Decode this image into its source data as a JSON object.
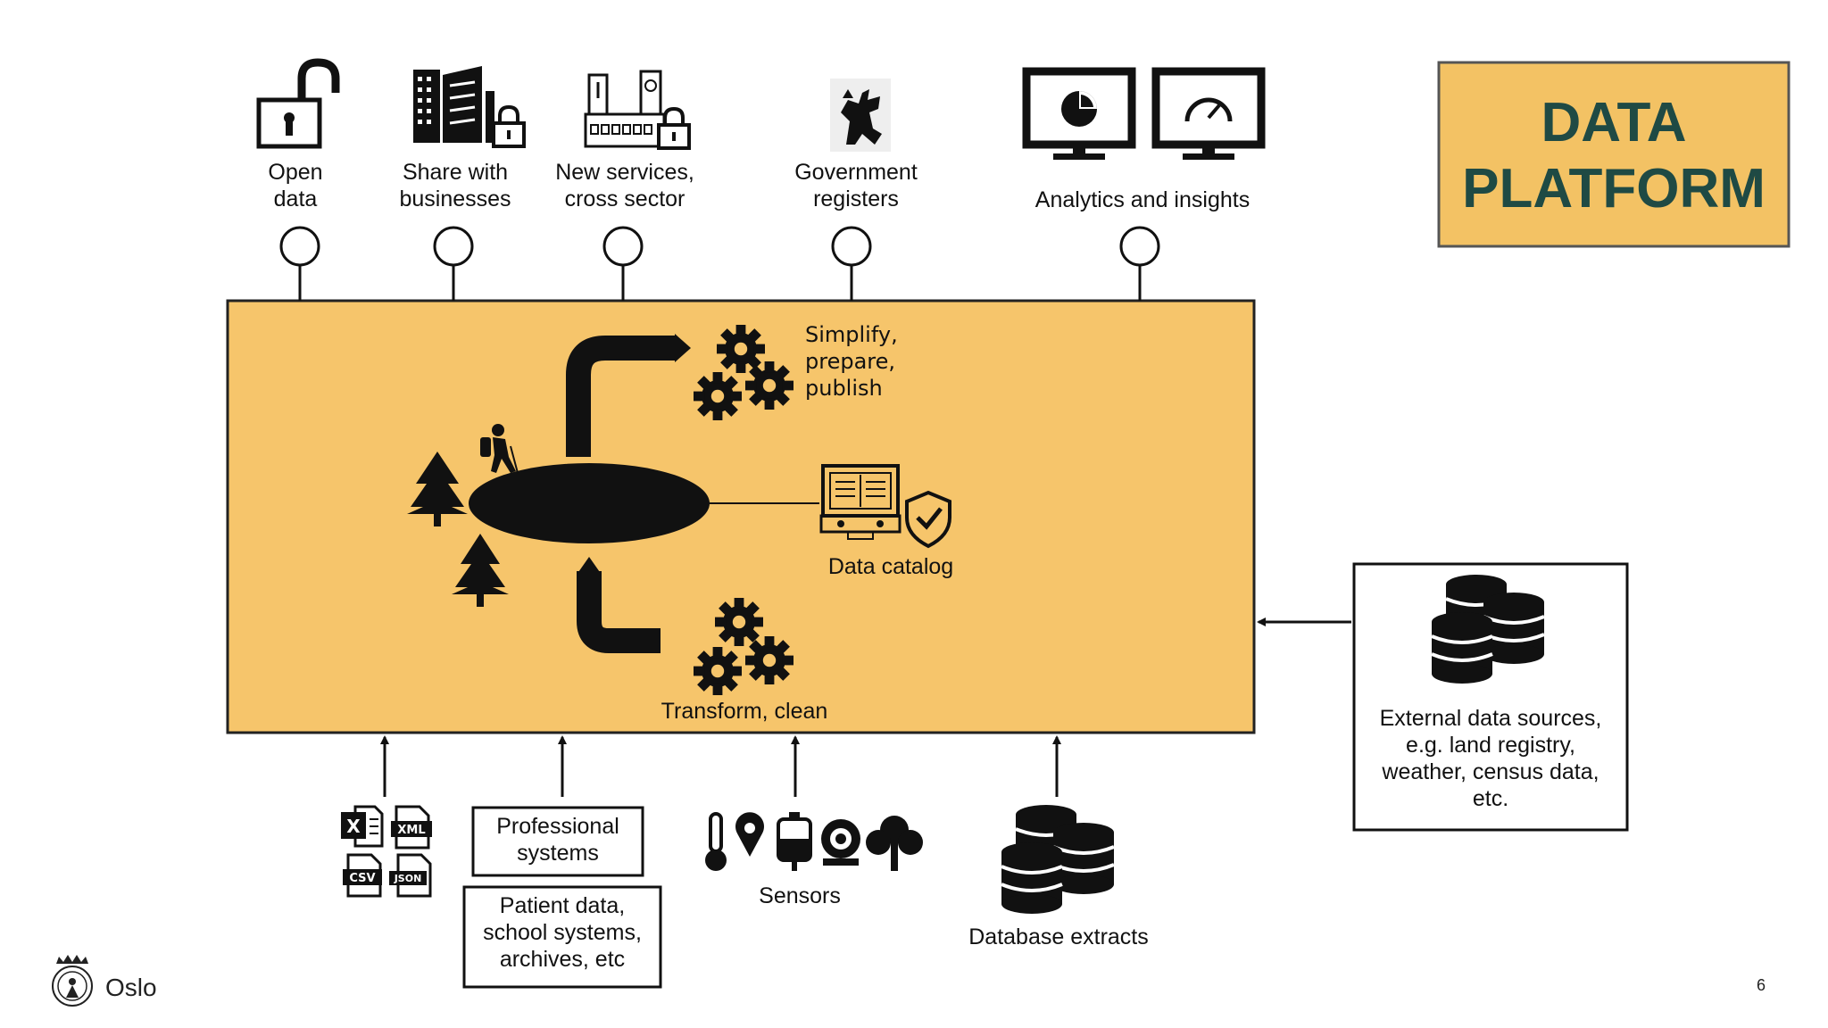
{
  "title": {
    "line1": "DATA",
    "line2": "PLATFORM"
  },
  "outputs": [
    {
      "line1": "Open",
      "line2": "data",
      "icon": "unlocked-padlock-icon"
    },
    {
      "line1": "Share with",
      "line2": "businesses",
      "icon": "office-buildings-lock-icon"
    },
    {
      "line1": "New services,",
      "line2": "cross sector",
      "icon": "city-hall-lock-icon"
    },
    {
      "line1": "Government",
      "line2": "registers",
      "icon": "coat-of-arms-lion-icon"
    },
    {
      "line1": "Analytics and insights",
      "icon": "monitor-charts-icon"
    }
  ],
  "platform": {
    "simplify": [
      "Simplify,",
      "prepare,",
      "publish"
    ],
    "catalog_label": "Data catalog",
    "transform_label": "Transform, clean"
  },
  "inputs": {
    "files": {
      "icons": [
        "excel-file-icon",
        "xml-file-icon",
        "csv-file-icon",
        "json-file-icon"
      ],
      "tags": {
        "xml": "XML",
        "csv": "CSV",
        "json": "JSON",
        "excel": "X"
      }
    },
    "professional": {
      "line1": "Professional",
      "line2": "systems"
    },
    "patient": {
      "line1": "Patient data,",
      "line2": "school systems,",
      "line3": "archives, etc"
    },
    "sensors_label": "Sensors",
    "database_label": "Database extracts"
  },
  "external": {
    "lines": [
      "External data sources,",
      "e.g. land registry,",
      "weather, census data,",
      "etc."
    ]
  },
  "logo": {
    "text": "Oslo"
  },
  "page_number": "6",
  "colors": {
    "platform_fill": "#f6c56b",
    "title_fill": "#f3c264",
    "title_text": "#1f4a44"
  }
}
